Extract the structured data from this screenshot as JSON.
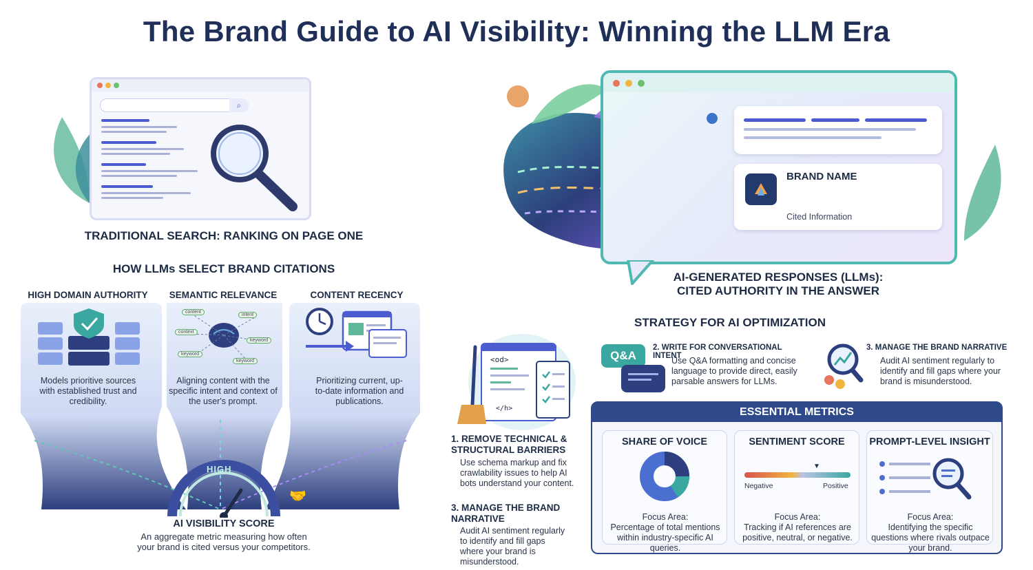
{
  "title": "The Brand Guide to AI Visibility: Winning the LLM Era",
  "traditional": {
    "label": "TRADITIONAL SEARCH: RANKING ON PAGE ONE"
  },
  "ai_responses": {
    "brand_name": "BRAND NAME",
    "cited_info": "Cited Information",
    "label_line1": "AI-GENERATED RESPONSES (LLMs):",
    "label_line2": "CITED AUTHORITY IN THE ANSWER"
  },
  "citations": {
    "heading": "HOW LLMs SELECT BRAND CITATIONS",
    "columns": [
      {
        "title": "HIGH DOMAIN AUTHORITY",
        "text": "Models prioritive sources with established trust and credibility."
      },
      {
        "title": "SEMANTIC RELEVANCE",
        "text": "Aligning content with the specific intent and context of the user's prompt.",
        "nodes": [
          "content",
          "intent",
          "context",
          "keyword",
          "keyword",
          "keyword"
        ]
      },
      {
        "title": "CONTENT RECENCY",
        "text": "Prioritizing current, up-to-date information and publications."
      }
    ],
    "gauge_label": "HIGH"
  },
  "score": {
    "title": "AI VISIBILITY SCORE",
    "text_line1": "An aggregate metric measuring how often",
    "text_line2": "your brand is cited versus your competitors."
  },
  "strategy": {
    "heading": "STRATEGY FOR AI OPTIMIZATION",
    "code_tag": "<od>",
    "code_close": "</h>",
    "qa_label": "Q&A",
    "items": [
      {
        "title_line1": "1. REMOVE TECHNICAL &",
        "title_line2": "STRUCTURAL BARRIERS",
        "text": "Use schema markup and fix crawlability issues to help AI bots understand your content."
      },
      {
        "title_line1": "2. WRITE FOR CONVERSATIONAL INTENT",
        "title_line2": "",
        "text": "Use Q&A formatting and concise language to provide direct, easily parsable answers for LLMs."
      },
      {
        "title_line1": "3. MANAGE THE BRAND NARRATIVE",
        "title_line2": "",
        "text": "Audit AI sentiment regularly to identify and fill gaps where your brand is misunderstood."
      },
      {
        "title_line1": "3. MANAGE THE BRAND",
        "title_line2": "NARRATIVE",
        "text": "Audit AI sentiment regularly to identify and fill gaps where your brand is misunderstood."
      }
    ]
  },
  "metrics": {
    "header": "ESSENTIAL METRICS",
    "focus_label": "Focus Area:",
    "cards": [
      {
        "title": "SHARE OF VOICE",
        "text": "Percentage of total mentions within industry-specific AI queries."
      },
      {
        "title": "SENTIMENT SCORE",
        "text": "Tracking if AI references are positive, neutral, or negative.",
        "neg": "Negative",
        "pos": "Positive"
      },
      {
        "title": "PROMPT-LEVEL INSIGHT",
        "text": "Identifying the specific questions where rivals outpace your brand."
      }
    ]
  },
  "colors": {
    "navy": "#1f2f57",
    "indigo": "#5a67d8",
    "teal": "#3aa7a0",
    "purple": "#8b5cf6",
    "green": "#4caf50",
    "header_band": "#2e4a8a"
  }
}
